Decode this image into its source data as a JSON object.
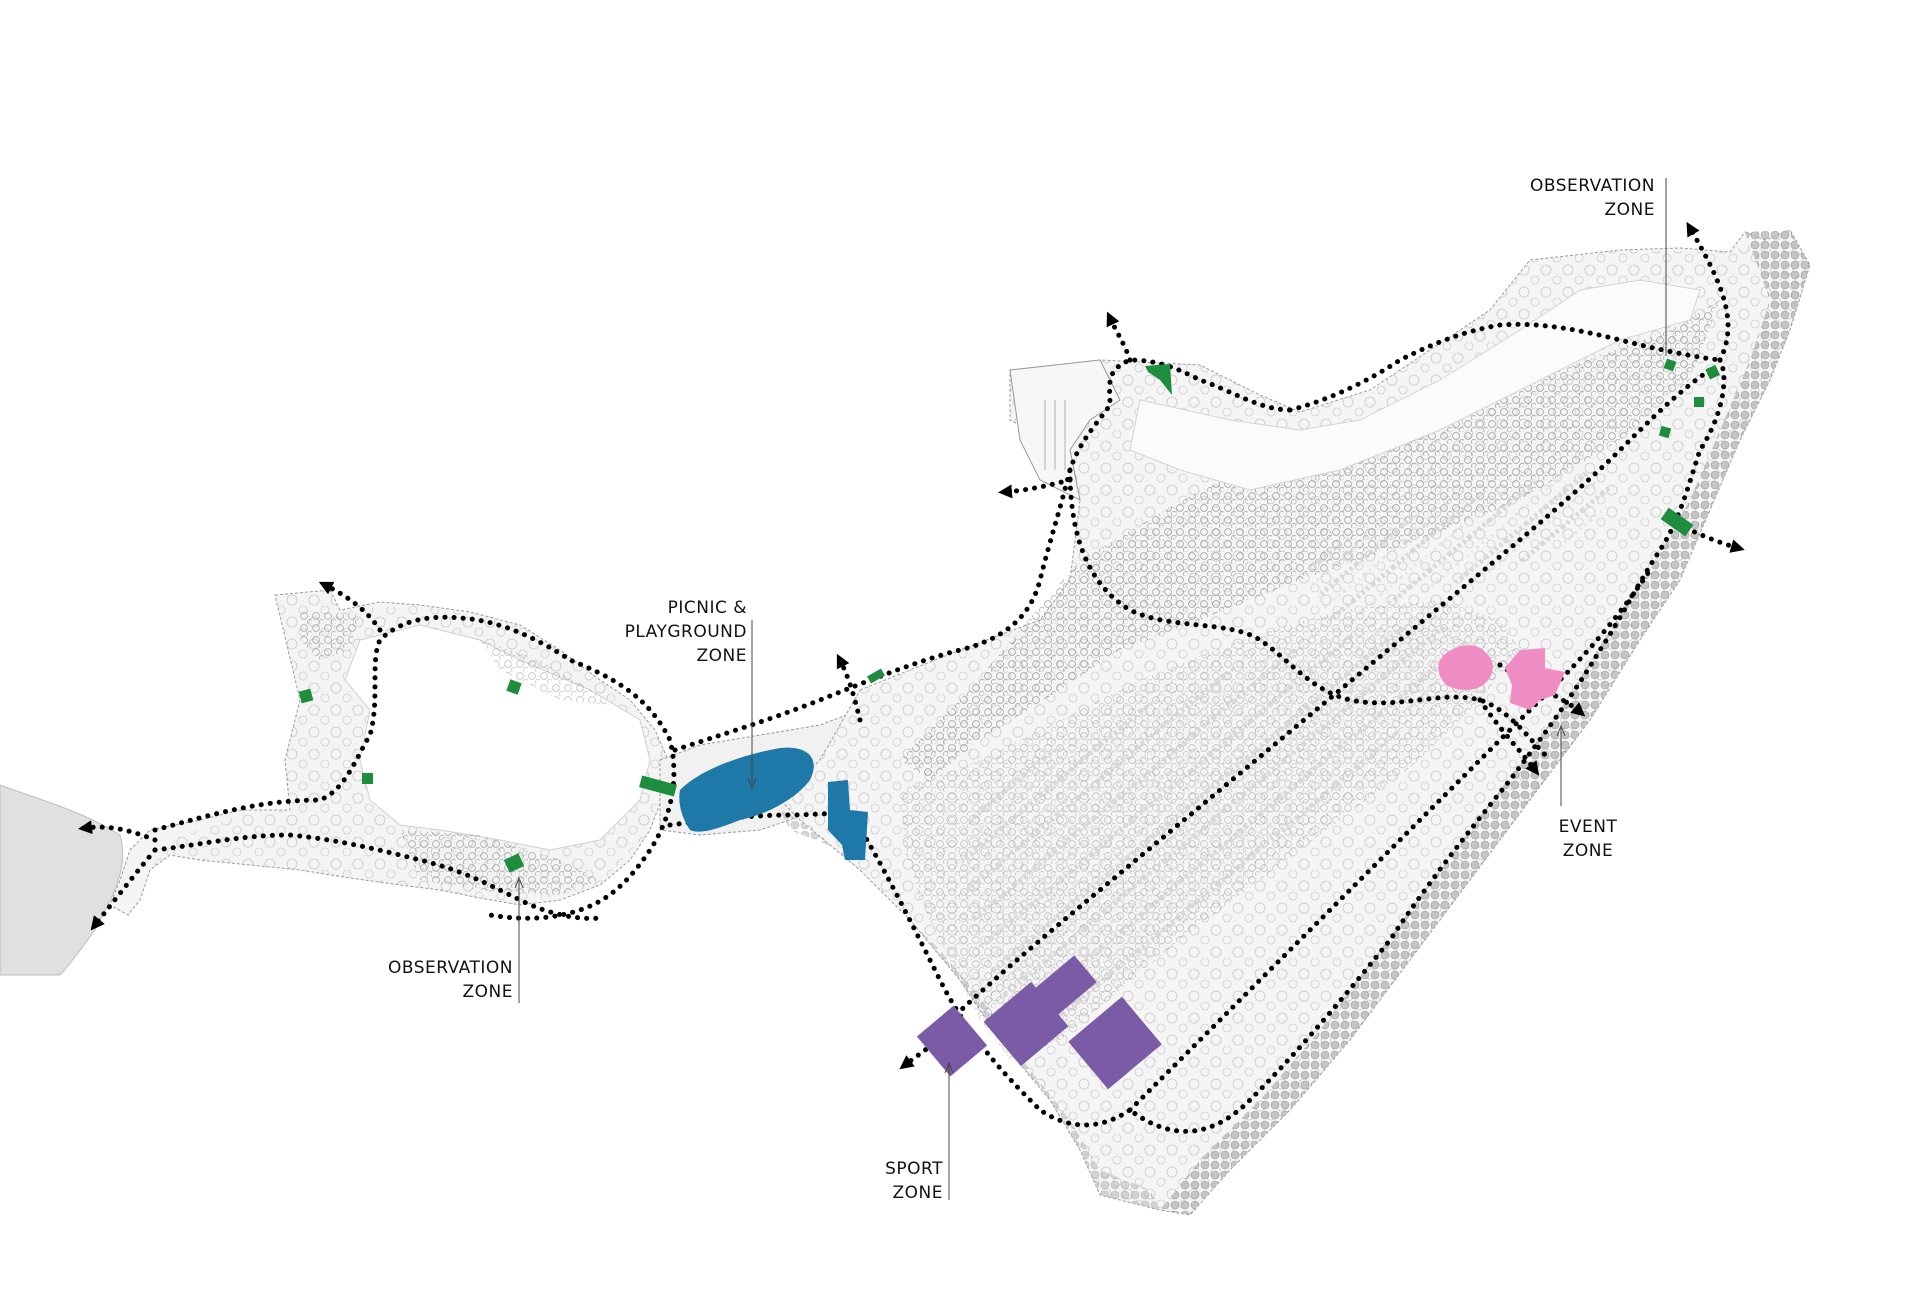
{
  "colors": {
    "observation": "#1e8e3e",
    "picnic": "#1f79a8",
    "sport": "#7b5aa6",
    "event": "#f08cc4",
    "path": "#000000",
    "water": "#e0e0e0",
    "outline": "#9a9a9a"
  },
  "labels": {
    "observation_ne": {
      "line1": "OBSERVATION",
      "line2": "ZONE"
    },
    "observation_sw": {
      "line1": "OBSERVATION",
      "line2": "ZONE"
    },
    "picnic": {
      "line1": "PICNIC &",
      "line2": "PLAYGROUND",
      "line3": "ZONE"
    },
    "event": {
      "line1": "EVENT",
      "line2": "ZONE"
    },
    "sport": {
      "line1": "SPORT",
      "line2": "ZONE"
    }
  }
}
